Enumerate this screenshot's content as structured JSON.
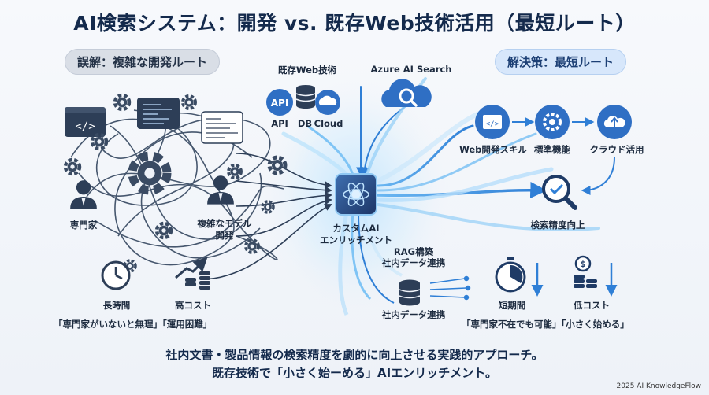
{
  "title": "AI検索システム：開発 vs. 既存Web技術活用（最短ルート）",
  "left_panel": {
    "heading": "誤解：複雑な開発ルート",
    "expert_label": "専門家",
    "complex_model_label_line1": "複雑なモデル",
    "complex_model_label_line2": "開発",
    "long_time_label": "長時間",
    "high_cost_label": "高コスト",
    "quote": "「専門家がいないと無理」「運用困難」"
  },
  "center": {
    "existing_web_tech_label": "既存Web技術",
    "api_badge": "API",
    "api_label": "API",
    "db_label": "DB",
    "cloud_label": "Cloud",
    "azure_label": "Azure AI Search",
    "hub_label_line1": "カスタムAI",
    "hub_label_line2": "エンリッチメント",
    "rag_label_line1": "RAG構築",
    "rag_label_line2": "社内データ連携",
    "db_link_label": "社内データ連携"
  },
  "right_panel": {
    "heading": "解決策：最短ルート",
    "steps": [
      "Web開発スキル",
      "標準機能",
      "クラウド活用"
    ],
    "accuracy_label": "検索精度向上",
    "short_time_label": "短期間",
    "low_cost_label": "低コスト",
    "quote": "「専門家不在でも可能」「小さく始める」"
  },
  "footer": {
    "line1": "社内文書・製品情報の検索精度を劇的に向上させる実践的アプローチ。",
    "line2": "既存技術で「小さく始ーめる」AIエンリッチメント。",
    "copyright": "2025 AI KnowledgeFlow"
  },
  "colors": {
    "navy": "#1f3b66",
    "blue": "#2f7fd6",
    "icon_dark": "#2d3e57",
    "flow_light": "#7fc4f5"
  }
}
